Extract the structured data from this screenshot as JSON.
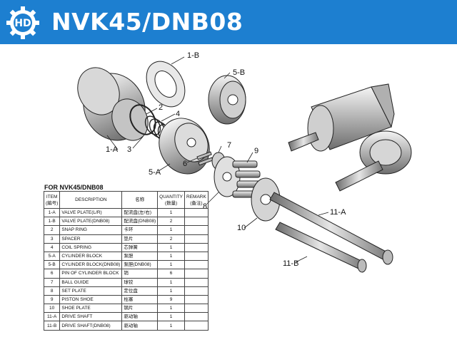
{
  "header": {
    "title": "NVK45/DNB08",
    "logo_letters": "HD",
    "background": "#1d7fd0"
  },
  "callouts": {
    "c1A": "1-A",
    "c1B": "1-B",
    "c2": "2",
    "c3": "3",
    "c4": "4",
    "c5A": "5-A",
    "c5B": "5-B",
    "c6": "6",
    "c7": "7",
    "c8": "8",
    "c9": "9",
    "c10": "10",
    "c11A": "11-A",
    "c11B": "11-B"
  },
  "table": {
    "caption": "FOR NVK45/DNB08",
    "headers": {
      "item": "ITEM",
      "item_cn": "(編号)",
      "description": "DESCRIPTION",
      "name": "名称",
      "quantity": "QUANTITY",
      "quantity_cn": "(数量)",
      "remark": "REMARK",
      "remark_cn": "(备注)"
    },
    "rows": [
      {
        "item": "1-A",
        "description": "VALVE PLATE(L/R)",
        "name": "配流盘(左/右)",
        "qty": "1",
        "remark": ""
      },
      {
        "item": "1-B",
        "description": "VALVE PLATE(DNB08)",
        "name": "配流盘(DNB08)",
        "qty": "2",
        "remark": ""
      },
      {
        "item": "2",
        "description": "SNAP RING",
        "name": "卡环",
        "qty": "1",
        "remark": ""
      },
      {
        "item": "3",
        "description": "SPACER",
        "name": "垫片",
        "qty": "2",
        "remark": ""
      },
      {
        "item": "4",
        "description": "COIL SPRING",
        "name": "芯弹簧",
        "qty": "1",
        "remark": ""
      },
      {
        "item": "5-A",
        "description": "CYLINDER BLOCK",
        "name": "泵胆",
        "qty": "1",
        "remark": ""
      },
      {
        "item": "5-B",
        "description": "CYLINDER BLOCK(DNB08)",
        "name": "泵胆(DNB08)",
        "qty": "1",
        "remark": ""
      },
      {
        "item": "6",
        "description": "PIN OF CYLINDER BLOCK",
        "name": "销",
        "qty": "6",
        "remark": ""
      },
      {
        "item": "7",
        "description": "BALL GUIDE",
        "name": "球铰",
        "qty": "1",
        "remark": ""
      },
      {
        "item": "8",
        "description": "SET PLATE",
        "name": "定位盘",
        "qty": "1",
        "remark": ""
      },
      {
        "item": "9",
        "description": "PISTON SHOE",
        "name": "柱塞",
        "qty": "9",
        "remark": ""
      },
      {
        "item": "10",
        "description": "SHOE PLATE",
        "name": "钢片",
        "qty": "1",
        "remark": ""
      },
      {
        "item": "11-A",
        "description": "DRIVE SHAFT",
        "name": "驱动轴",
        "qty": "1",
        "remark": ""
      },
      {
        "item": "11-B",
        "description": "DRIVE SHAFT(DNB08)",
        "name": "驱动轴",
        "qty": "1",
        "remark": ""
      }
    ]
  }
}
